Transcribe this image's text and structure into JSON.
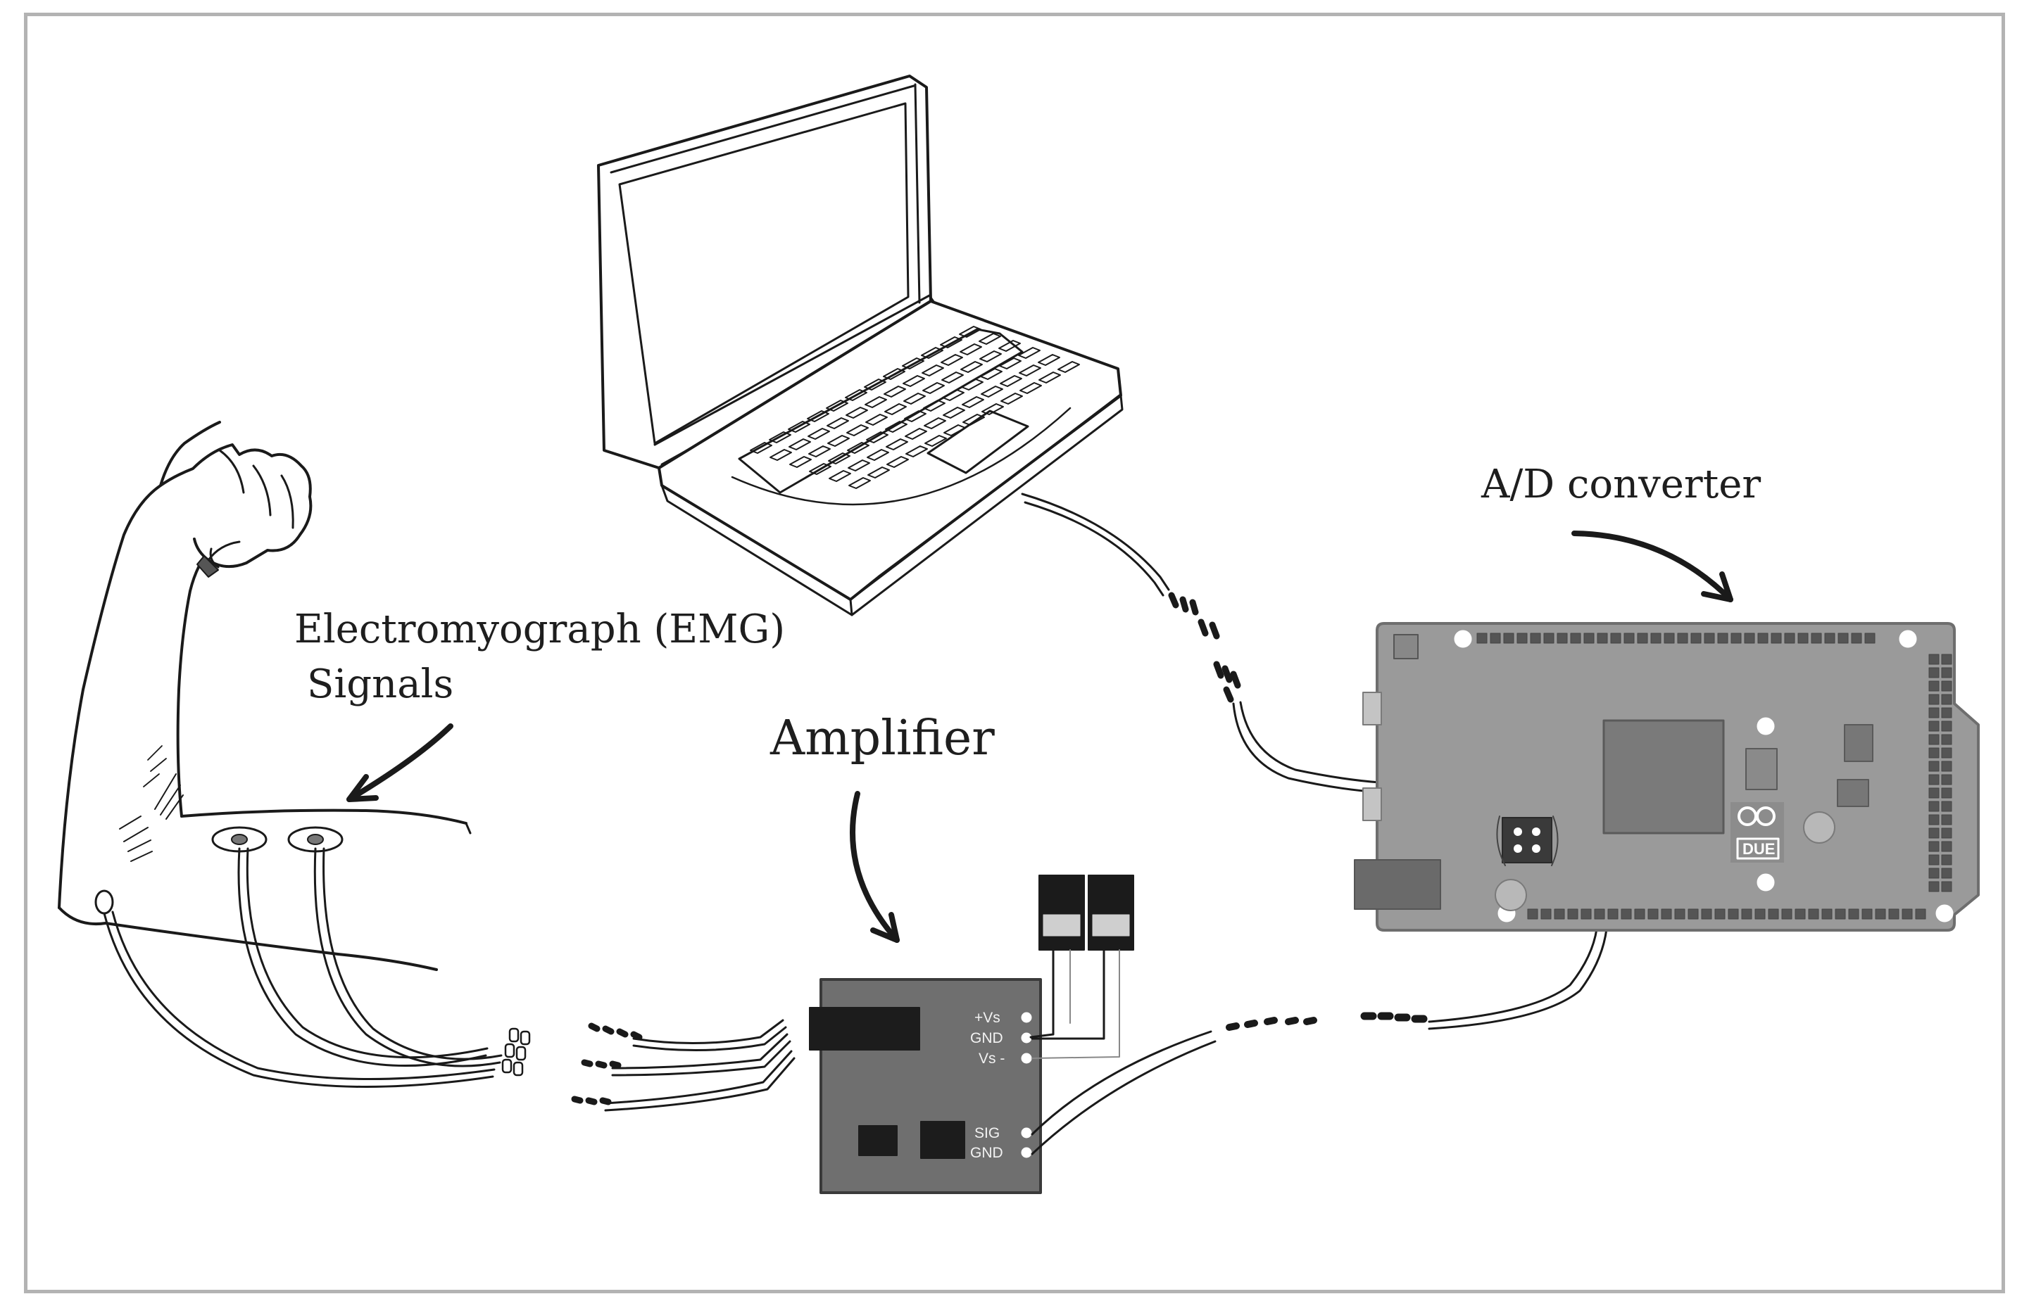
{
  "labels": {
    "emg_line1": "Electromyograph (EMG)",
    "emg_line2": "Signals",
    "amplifier": "Amplifier",
    "adc": "A/D converter"
  },
  "amplifier_board": {
    "pin_vs_plus": "+Vs",
    "pin_gnd_top": "GND",
    "pin_vs_minus": "Vs -",
    "pin_sig": "SIG",
    "pin_gnd_bottom": "GND"
  },
  "arduino_board": {
    "model_label": "DUE"
  },
  "colors": {
    "line": "#1a1a1a",
    "amplifier_board": "#6f6f6f",
    "arduino_board": "#9a9a9a",
    "frame": "#b3b3b3"
  }
}
